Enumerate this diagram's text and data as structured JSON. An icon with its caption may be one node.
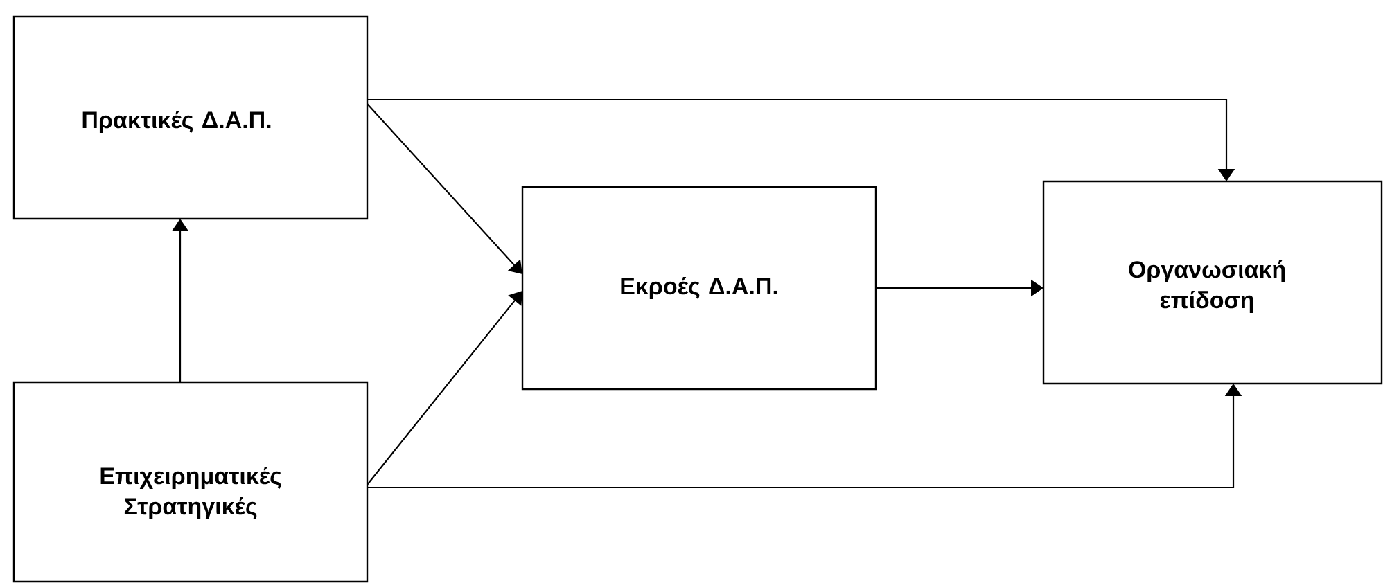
{
  "diagram": {
    "nodes": [
      {
        "text": [
          "Πρακτικές Δ.Α.Π."
        ]
      },
      {
        "text": [
          "Επιχειρηματικές Στρατηγικές"
        ]
      },
      {
        "text": [
          "Εκροές Δ.Α.Π."
        ]
      },
      {
        "text": [
          "Οργανωσιακή επίδοση"
        ]
      }
    ],
    "edges": [
      {
        "from": 1,
        "to": 0,
        "arrow": "to"
      },
      {
        "from": 0,
        "to": 2,
        "arrow": "to"
      },
      {
        "from": 1,
        "to": 2,
        "arrow": "to"
      },
      {
        "from": 2,
        "to": 3,
        "arrow": "to"
      },
      {
        "from": 0,
        "to": 3,
        "arrow": "to"
      },
      {
        "from": 1,
        "to": 3,
        "arrow": "to"
      }
    ]
  }
}
